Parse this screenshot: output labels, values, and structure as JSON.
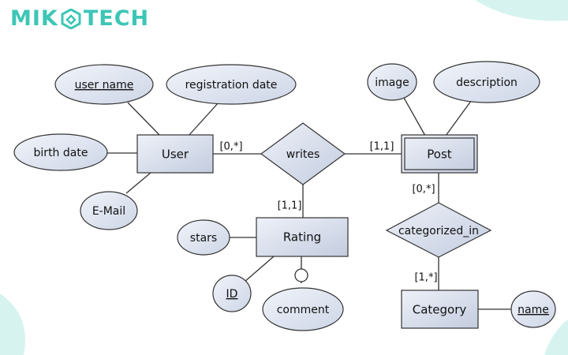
{
  "brand": {
    "name_left": "MIK",
    "name_right": "TECH",
    "logo_color": "#3cc6b5",
    "accent_color": "#d6f3ef"
  },
  "colors": {
    "shape_fill": "#dfe5f1",
    "shape_fill_dark": "#c3ccdf",
    "stroke": "#333333",
    "line": "#333333"
  },
  "entities": {
    "user": "User",
    "post": "Post",
    "rating": "Rating",
    "category": "Category"
  },
  "relationships": {
    "writes": "writes",
    "categorized_in": "categorized_in"
  },
  "attributes": {
    "user_name": "user name",
    "registration_date": "registration date",
    "birth_date": "birth date",
    "email": "E-Mail",
    "image": "image",
    "description": "description",
    "stars": "stars",
    "id": "ID",
    "comment": "comment",
    "category_name": "name"
  },
  "cardinalities": {
    "user_writes": "[0,*]",
    "writes_post": "[1,1]",
    "writes_rating": "[1,1]",
    "post_categorized": "[0,*]",
    "categorized_category": "[1,*]"
  }
}
